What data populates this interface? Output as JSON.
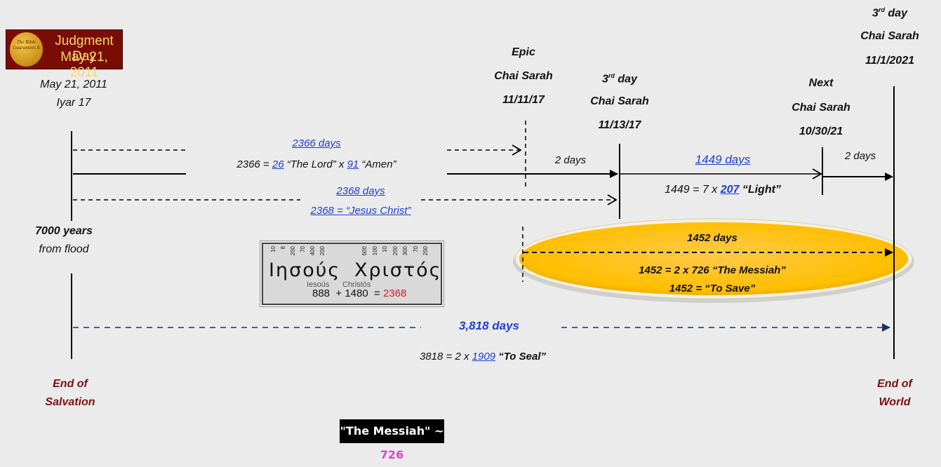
{
  "badge": {
    "seal_text": "The Bible Guarantees It",
    "line1": "Judgment Day",
    "line2": "May 21, 2011"
  },
  "left_date": {
    "line1": "May 21, 2011",
    "line2": "Iyar 17"
  },
  "left_years": {
    "line1": "7000 years",
    "line2": "from flood"
  },
  "left_end": {
    "line1": "End of",
    "line2": "Salvation"
  },
  "right_end": {
    "line1": "End of",
    "line2": "World"
  },
  "epic": {
    "line1": "Epic",
    "line2": "Chai Sarah",
    "line3": "11/11/17"
  },
  "third_2017": {
    "day": "3",
    "sup": "rd",
    "day_word": " day",
    "line2": "Chai Sarah",
    "line3": "11/13/17"
  },
  "next": {
    "line1": "Next",
    "line2": "Chai Sarah",
    "line3": "10/30/21"
  },
  "third_2021": {
    "day": "3",
    "sup": "rd",
    "day_word": " day",
    "line2": "Chai Sarah",
    "line3": "11/1/2021"
  },
  "arrow_2366": {
    "label": "2366 days",
    "eq_pre": "2366 = ",
    "n1": "26",
    "w1": " “The Lord” x ",
    "n2": "91",
    "w2": " “Amen”"
  },
  "arrow_2368": {
    "label": "2368 days",
    "eq": "2368 = “Jesus Christ”"
  },
  "two_days_a": "2 days",
  "two_days_b": "2 days",
  "arrow_1449": {
    "label": "1449 days",
    "eq_pre": "1449 = 7 x ",
    "n": "207",
    "w": " “Light”"
  },
  "ellipse": {
    "label": "1452 days",
    "eq1": "1452 = 2 x 726 “The Messiah”",
    "eq2": "1452 = “To Save”"
  },
  "arrow_3818": {
    "label": "3,818 days",
    "eq_pre": "3818 = 2 x ",
    "n": "1909",
    "w": " “To Seal”"
  },
  "greek": {
    "word1": "Ιησούς",
    "word2": "Χριστός",
    "tr1": "Iesoús",
    "tr2": "Christós",
    "n1": "888",
    "plus": "+",
    "n2": "1480",
    "eq": "=",
    "total": "2368",
    "letter_values_1": [
      "10",
      "8",
      "200",
      "70",
      "400",
      "200"
    ],
    "letter_values_2": [
      "600",
      "100",
      "10",
      "200",
      "300",
      "70",
      "200"
    ]
  },
  "messiah_box": {
    "text": "\"The Messiah\" ~ ",
    "num": "726"
  },
  "colors": {
    "link": "#1f3fd0",
    "maroon": "#7a0f12",
    "navy": "#1b2f66",
    "ellipse_fill": "#ffc000",
    "red": "#d0202a"
  }
}
